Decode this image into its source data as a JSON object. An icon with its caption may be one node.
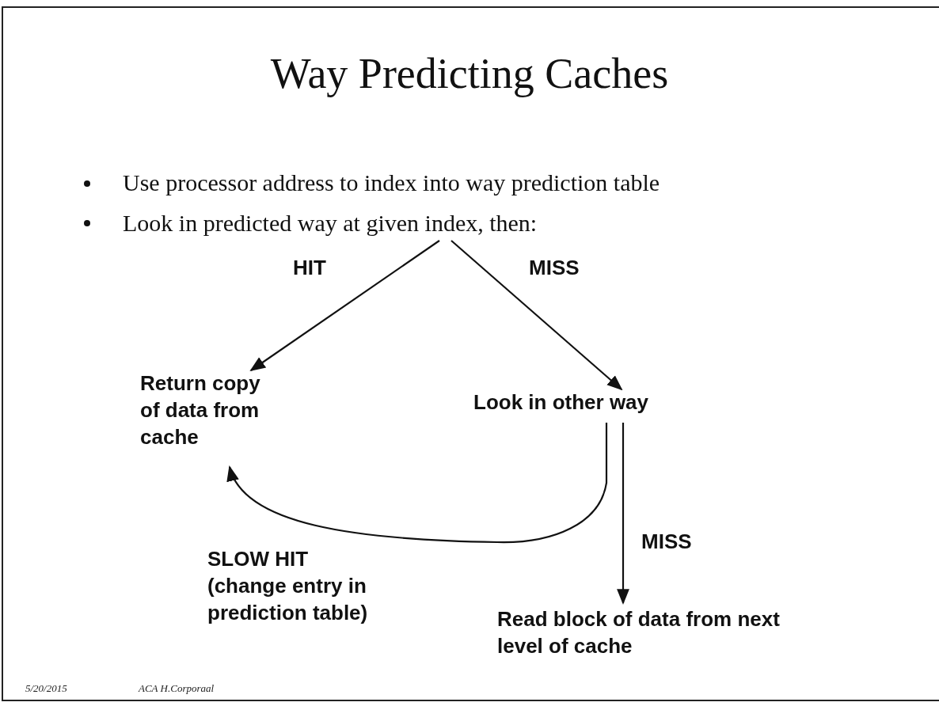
{
  "diagram": {
    "title": "Way Predicting Caches",
    "nodes": [
      {
        "text": [
          "Look in predicted way at given index, then:"
        ]
      },
      {
        "text": [
          "Return copy of data from cache"
        ]
      },
      {
        "text": [
          "Look in other way"
        ]
      },
      {
        "text": [
          "Read block of data from next level of cache"
        ]
      }
    ],
    "edges": [
      {
        "from": 0,
        "to": 1,
        "arrow": "to",
        "label": "HIT"
      },
      {
        "from": 0,
        "to": 2,
        "arrow": "to",
        "label": "MISS"
      },
      {
        "from": 2,
        "to": 1,
        "arrow": "to",
        "label": "SLOW HIT (change entry in prediction table)"
      },
      {
        "from": 2,
        "to": 3,
        "arrow": "to",
        "label": "MISS"
      }
    ],
    "labels": [
      "Use processor address to index into way prediction table",
      "5/20/2015",
      "ACA H.Corporaal"
    ]
  }
}
